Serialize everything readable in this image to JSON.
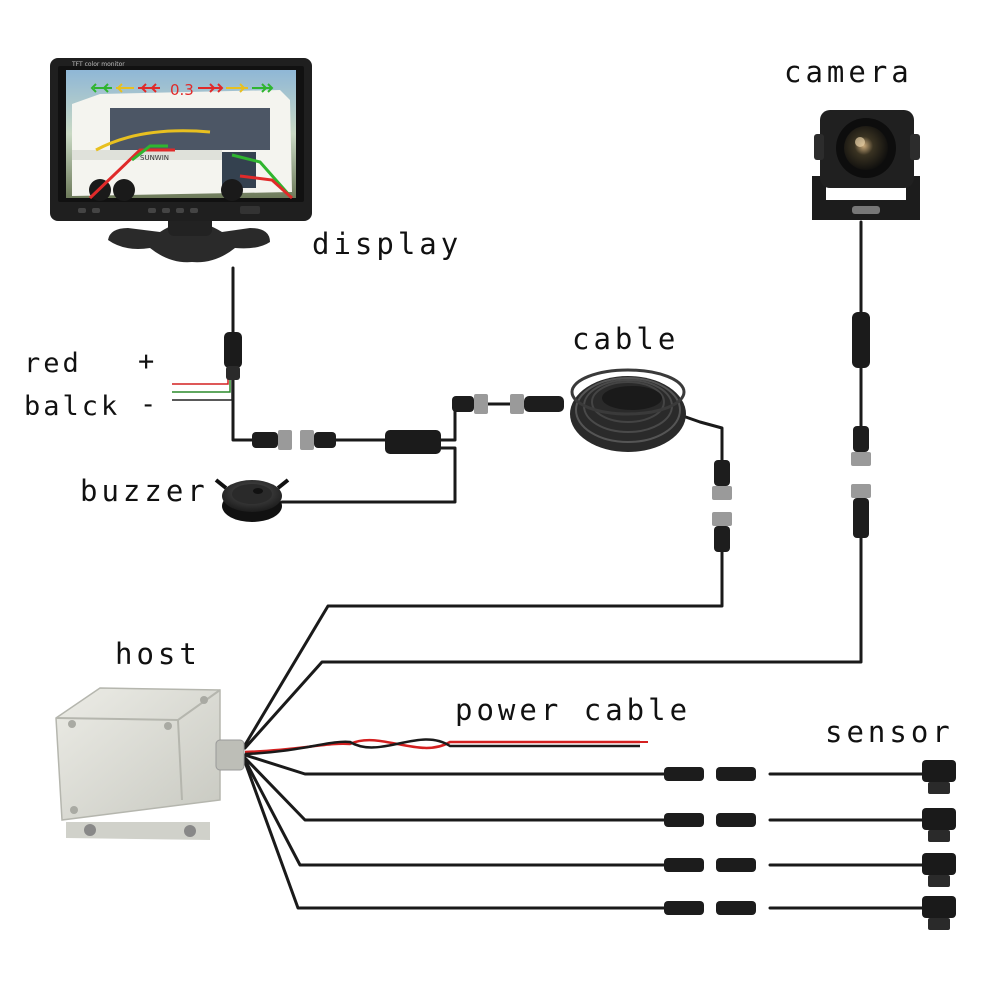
{
  "labels": {
    "display": "display",
    "camera": "camera",
    "cable": "cable",
    "red": "red",
    "plus": "+",
    "black": "balck",
    "minus": "-",
    "buzzer": "buzzer",
    "host": "host",
    "power_cable": "power cable",
    "sensor": "sensor"
  },
  "monitor": {
    "brand": "TFT color monitor",
    "distance": "0.3",
    "bus_text": "SUNWIN"
  },
  "sensors": {
    "count": 4
  },
  "colors": {
    "cable": "#1a1a1a",
    "power_red": "#d42020",
    "wire_green": "#2a8a2a",
    "host_body": "#dcddd6",
    "distance_green": "#2fb52f",
    "distance_red": "#e02a2a"
  }
}
